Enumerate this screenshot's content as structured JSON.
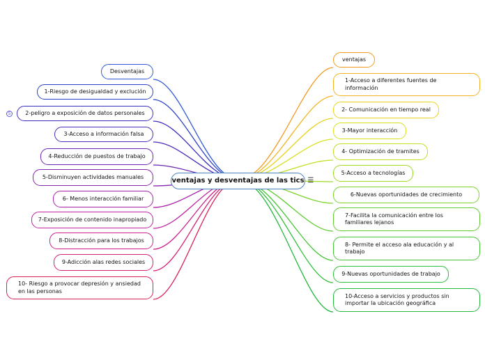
{
  "center": {
    "label": "ventajas y desventajas de las tics",
    "menu_icon": "menu-icon"
  },
  "left": [
    {
      "label": "Desventajas",
      "color": "#2f58d6"
    },
    {
      "label": "1-Riesgo de desigualdad y exclución",
      "color": "#2a3fc9"
    },
    {
      "label": "2-peligro a exposición de datos personales",
      "color": "#3a2dbd",
      "collapsed_count": "5"
    },
    {
      "label": "3-Acceso a información falsa",
      "color": "#4a28b8"
    },
    {
      "label": "4-Reducción de puestos de trabajo",
      "color": "#6a24b4"
    },
    {
      "label": "5-Disminuyen actividades manuales",
      "color": "#8a22b0"
    },
    {
      "label": "6- Menos interacción familiar",
      "color": "#a620a8"
    },
    {
      "label": "7-Exposición de contenido inapropiado",
      "color": "#bf1fa0"
    },
    {
      "label": "8-Distracción para los trabajos",
      "color": "#cc1f8c"
    },
    {
      "label": "9-Adicción alas redes sociales",
      "color": "#d41e72"
    },
    {
      "label": "10- Riesgo a provocar depresión y ansiedad en las personas",
      "color": "#d91e52"
    }
  ],
  "right": [
    {
      "label": "ventajas",
      "color": "#f29a1f"
    },
    {
      "label": "1-Acceso a diferentes fuentes de información",
      "color": "#f2b51f"
    },
    {
      "label": "2- Comunicación en tiempo real",
      "color": "#e9d21c"
    },
    {
      "label": "3-Mayor interacción",
      "color": "#d8e01c"
    },
    {
      "label": "4- Optimización de tramites",
      "color": "#bde01f"
    },
    {
      "label": "5-Acceso a tecnologías",
      "color": "#9ed926"
    },
    {
      "label": "6-Nuevas oportunidades de crecimiento",
      "color": "#7ed22c"
    },
    {
      "label": "7-Facilita la comunicación entre los familiares lejanos",
      "color": "#5fcb30"
    },
    {
      "label": "8- Permite el acceso ala educación y al trabajo",
      "color": "#45c535"
    },
    {
      "label": "9-Nuevas oportunidades de trabajo",
      "color": "#2fbe3a"
    },
    {
      "label": "10-Acceso a servicios y productos sin importar la ubicación geográfica",
      "color": "#22b83d"
    }
  ]
}
